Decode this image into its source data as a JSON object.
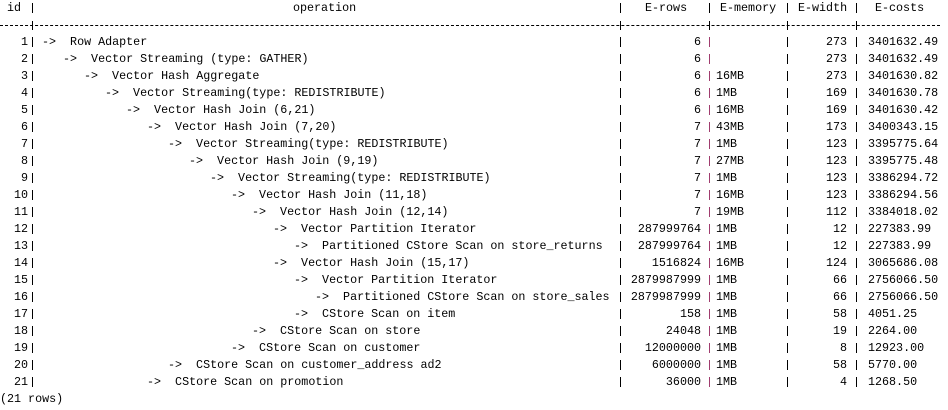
{
  "header": {
    "id": "id",
    "operation": "operation",
    "rows": "E-rows",
    "memory": "E-memory",
    "width": "E-width",
    "costs": "E-costs"
  },
  "colors": {
    "text": "#000000",
    "rows_separator": "#a03c6e"
  },
  "rows": [
    {
      "id": "1",
      "level": 0,
      "operation": "->  Row Adapter",
      "rows": "6",
      "memory": "",
      "width": "273",
      "costs": "3401632.49"
    },
    {
      "id": "2",
      "level": 1,
      "operation": "->  Vector Streaming (type: GATHER)",
      "rows": "6",
      "memory": "",
      "width": "273",
      "costs": "3401632.49"
    },
    {
      "id": "3",
      "level": 2,
      "operation": "->  Vector Hash Aggregate",
      "rows": "6",
      "memory": "16MB",
      "width": "273",
      "costs": "3401630.82"
    },
    {
      "id": "4",
      "level": 3,
      "operation": "->  Vector Streaming(type: REDISTRIBUTE)",
      "rows": "6",
      "memory": "1MB",
      "width": "169",
      "costs": "3401630.78"
    },
    {
      "id": "5",
      "level": 4,
      "operation": "->  Vector Hash Join (6,21)",
      "rows": "6",
      "memory": "16MB",
      "width": "169",
      "costs": "3401630.42"
    },
    {
      "id": "6",
      "level": 5,
      "operation": "->  Vector Hash Join (7,20)",
      "rows": "7",
      "memory": "43MB",
      "width": "173",
      "costs": "3400343.15"
    },
    {
      "id": "7",
      "level": 6,
      "operation": "->  Vector Streaming(type: REDISTRIBUTE)",
      "rows": "7",
      "memory": "1MB",
      "width": "123",
      "costs": "3395775.64"
    },
    {
      "id": "8",
      "level": 7,
      "operation": "->  Vector Hash Join (9,19)",
      "rows": "7",
      "memory": "27MB",
      "width": "123",
      "costs": "3395775.48"
    },
    {
      "id": "9",
      "level": 8,
      "operation": "->  Vector Streaming(type: REDISTRIBUTE)",
      "rows": "7",
      "memory": "1MB",
      "width": "123",
      "costs": "3386294.72"
    },
    {
      "id": "10",
      "level": 9,
      "operation": "->  Vector Hash Join (11,18)",
      "rows": "7",
      "memory": "16MB",
      "width": "123",
      "costs": "3386294.56"
    },
    {
      "id": "11",
      "level": 10,
      "operation": "->  Vector Hash Join (12,14)",
      "rows": "7",
      "memory": "19MB",
      "width": "112",
      "costs": "3384018.02"
    },
    {
      "id": "12",
      "level": 11,
      "operation": "->  Vector Partition Iterator",
      "rows": "287999764",
      "memory": "1MB",
      "width": "12",
      "costs": "227383.99"
    },
    {
      "id": "13",
      "level": 12,
      "operation": "->  Partitioned CStore Scan on store_returns",
      "rows": "287999764",
      "memory": "1MB",
      "width": "12",
      "costs": "227383.99"
    },
    {
      "id": "14",
      "level": 11,
      "operation": "->  Vector Hash Join (15,17)",
      "rows": "1516824",
      "memory": "16MB",
      "width": "124",
      "costs": "3065686.08"
    },
    {
      "id": "15",
      "level": 12,
      "operation": "->  Vector Partition Iterator",
      "rows": "2879987999",
      "memory": "1MB",
      "width": "66",
      "costs": "2756066.50"
    },
    {
      "id": "16",
      "level": 13,
      "operation": "->  Partitioned CStore Scan on store_sales",
      "rows": "2879987999",
      "memory": "1MB",
      "width": "66",
      "costs": "2756066.50"
    },
    {
      "id": "17",
      "level": 12,
      "operation": "->  CStore Scan on item",
      "rows": "158",
      "memory": "1MB",
      "width": "58",
      "costs": "4051.25"
    },
    {
      "id": "18",
      "level": 10,
      "operation": "->  CStore Scan on store",
      "rows": "24048",
      "memory": "1MB",
      "width": "19",
      "costs": "2264.00"
    },
    {
      "id": "19",
      "level": 9,
      "operation": "->  CStore Scan on customer",
      "rows": "12000000",
      "memory": "1MB",
      "width": "8",
      "costs": "12923.00"
    },
    {
      "id": "20",
      "level": 6,
      "operation": "->  CStore Scan on customer_address ad2",
      "rows": "6000000",
      "memory": "1MB",
      "width": "58",
      "costs": "5770.00"
    },
    {
      "id": "21",
      "level": 5,
      "operation": "->  CStore Scan on promotion",
      "rows": "36000",
      "memory": "1MB",
      "width": "4",
      "costs": "1268.50"
    }
  ],
  "footer": "(21 rows)"
}
